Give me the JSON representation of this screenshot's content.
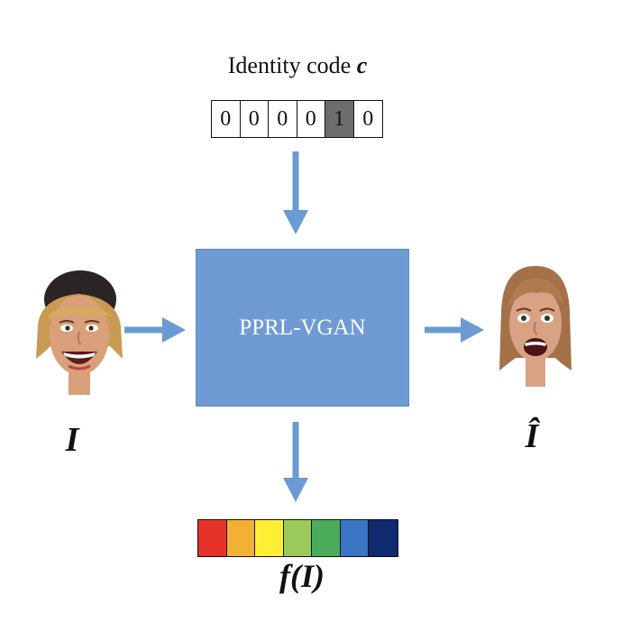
{
  "identity": {
    "title_text": "Identity code ",
    "title_var": "c",
    "code": [
      "0",
      "0",
      "0",
      "0",
      "1",
      "0"
    ],
    "active_index": 4,
    "active_color": "#6d6d6d"
  },
  "model": {
    "label": "PPRL-VGAN",
    "fill": "#6f9bd5",
    "arrow_color": "#6a9bd2"
  },
  "input": {
    "label": "I"
  },
  "output": {
    "label": "Î"
  },
  "features": {
    "label": "f(I)",
    "colors": [
      "#e63329",
      "#f2b134",
      "#ffee33",
      "#9cca5a",
      "#4aab5a",
      "#3a74c4",
      "#0f2a6e"
    ]
  }
}
